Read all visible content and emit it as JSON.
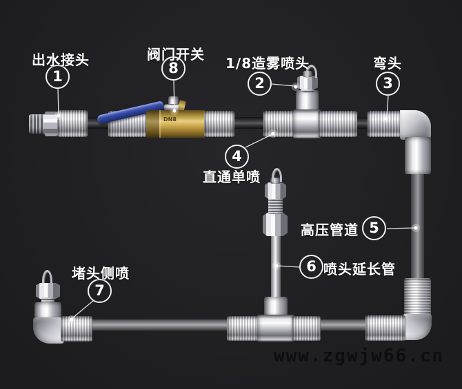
{
  "callouts": [
    {
      "num": "1",
      "label": "出水接头"
    },
    {
      "num": "2",
      "label": "1/8造雾喷头"
    },
    {
      "num": "3",
      "label": "弯头"
    },
    {
      "num": "4",
      "label": "直通单喷"
    },
    {
      "num": "5",
      "label": "高压管道"
    },
    {
      "num": "6",
      "label": "喷头延长管"
    },
    {
      "num": "7",
      "label": "堵头侧喷"
    },
    {
      "num": "8",
      "label": "阀门开关"
    }
  ],
  "valve_marking": "DN8",
  "watermark": "www.zgwjw66.cn",
  "colors": {
    "background": "#202023",
    "label_text": "#ffffff",
    "brass": "#caa64b",
    "handle_blue": "#3447a0",
    "chrome": "#d7d7dc",
    "pipe_dark": "#3c3c40",
    "pipe_light": "#8e8e93",
    "watermark_text": "#0e0e11"
  }
}
